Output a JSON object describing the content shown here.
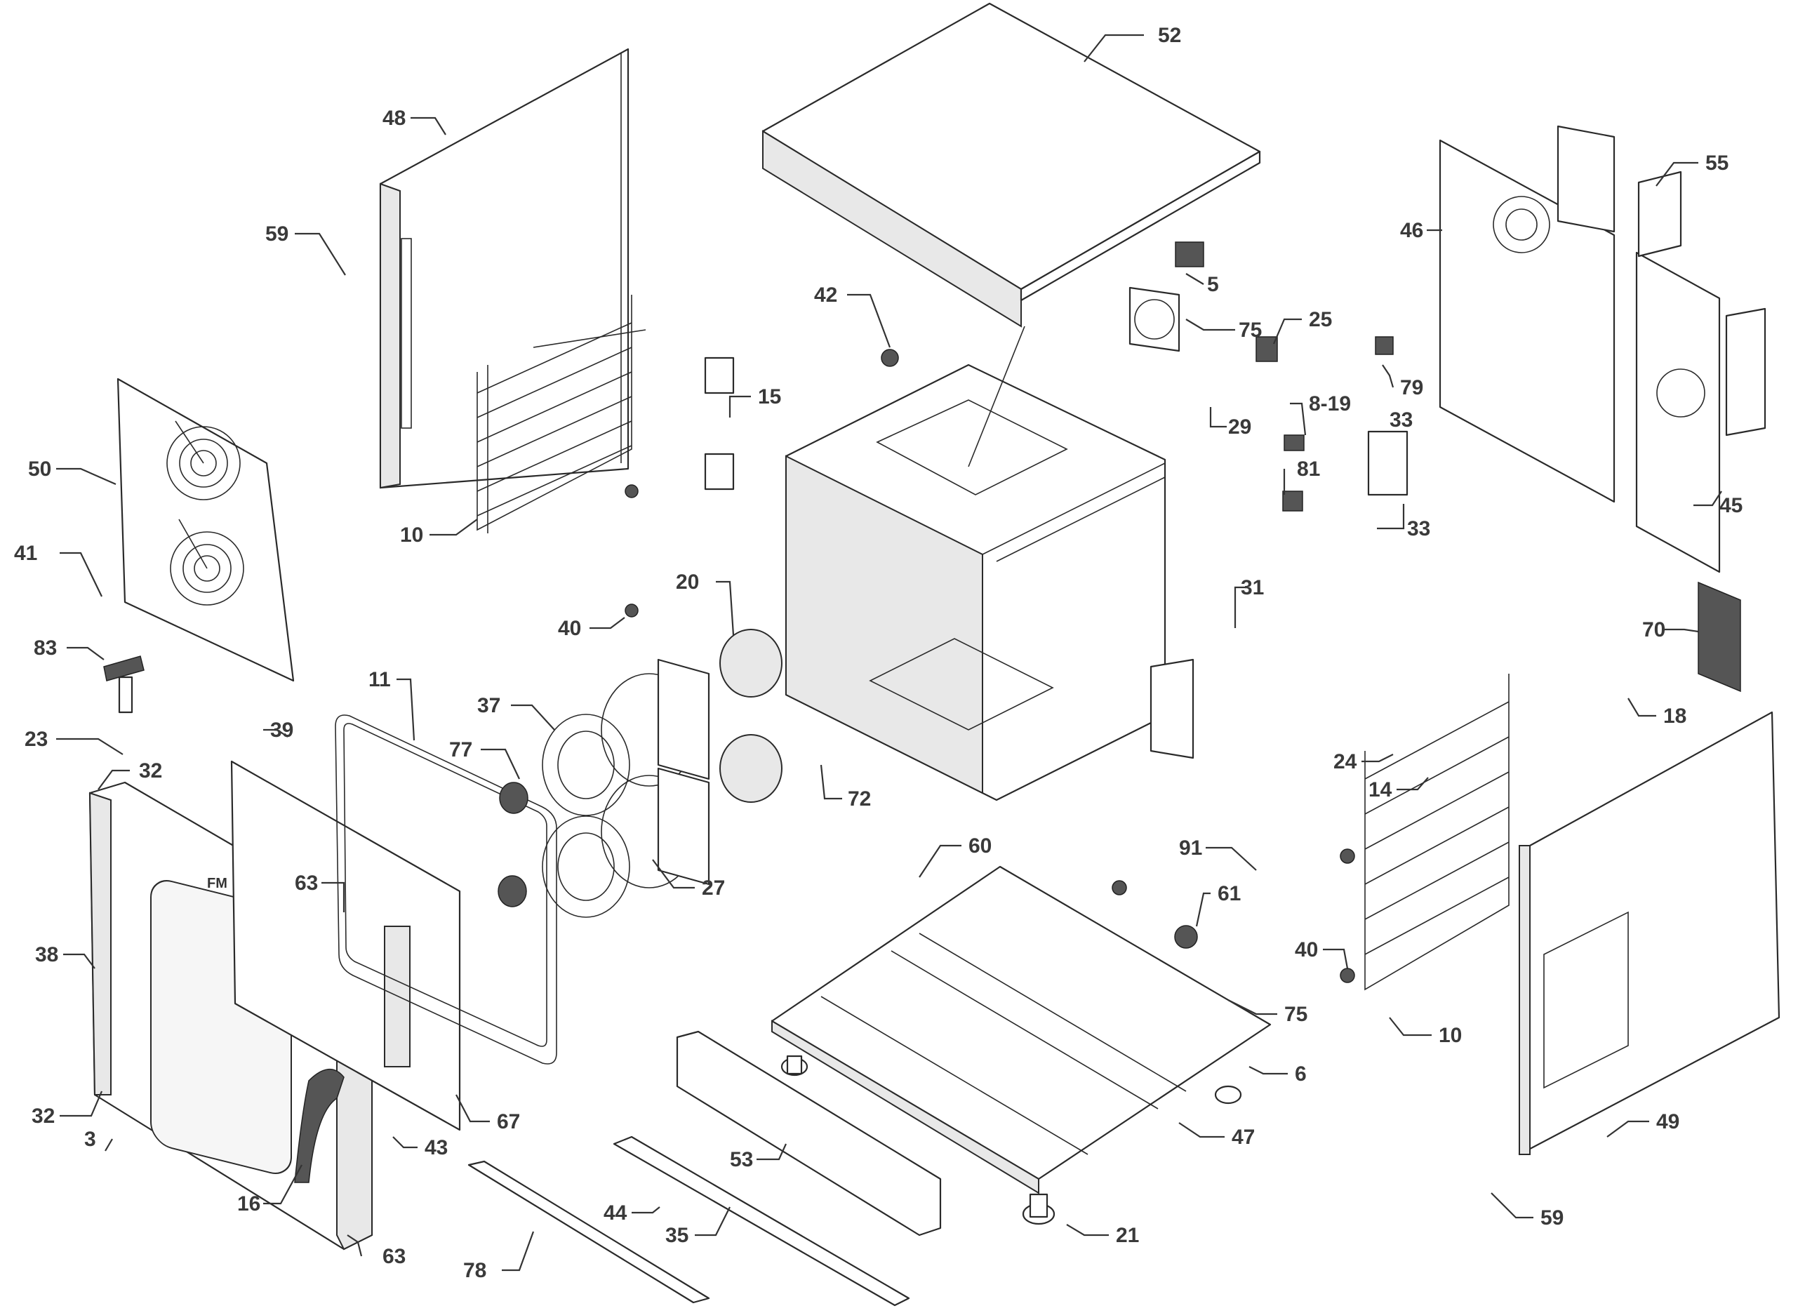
{
  "diagram": {
    "door_logo": "FM",
    "callouts": {
      "c52": "52",
      "c48": "48",
      "c59a": "59",
      "c55": "55",
      "c46": "46",
      "c5": "5",
      "c42": "42",
      "c75a": "75",
      "c25": "25",
      "c15": "15",
      "c79": "79",
      "c50": "50",
      "c8_19": "8-19",
      "c29": "29",
      "c33a": "33",
      "c81": "81",
      "c10a": "10",
      "c45": "45",
      "c33b": "33",
      "c41": "41",
      "c20": "20",
      "c31": "31",
      "c40a": "40",
      "c70": "70",
      "c83": "83",
      "c11": "11",
      "c37": "37",
      "c39": "39",
      "c18": "18",
      "c23": "23",
      "c77": "77",
      "c32a": "32",
      "c72": "72",
      "c24": "24",
      "c14": "14",
      "c60": "60",
      "c91": "91",
      "c63a": "63",
      "c27": "27",
      "c61": "61",
      "c38": "38",
      "c40b": "40",
      "c75b": "75",
      "c10b": "10",
      "c6": "6",
      "c32b": "32",
      "c67": "67",
      "c49": "49",
      "c3": "3",
      "c43": "43",
      "c47": "47",
      "c53": "53",
      "c16": "16",
      "c44": "44",
      "c63b": "63",
      "c59b": "59",
      "c35": "35",
      "c21": "21",
      "c78": "78"
    }
  }
}
